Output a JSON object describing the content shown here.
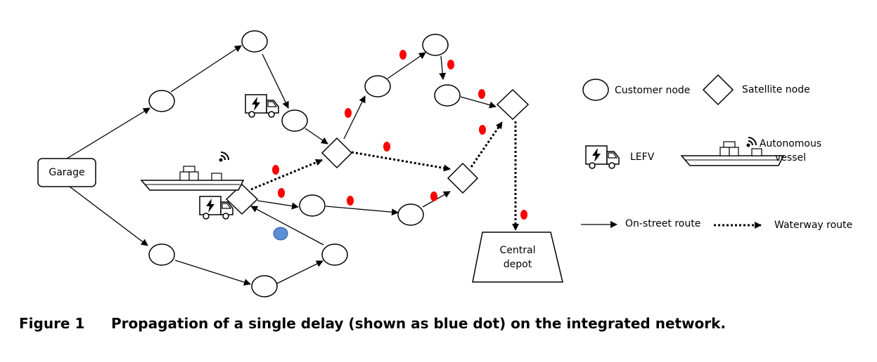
{
  "nodes": {
    "garage": "Garage",
    "central_depot_line1": "Central",
    "central_depot_line2": "depot"
  },
  "legend": {
    "customer_node": "Customer node",
    "satellite_node": "Satellite node",
    "lefv": "LEFV",
    "autonomous_vessel_line1": "Autonomous",
    "autonomous_vessel_line2": "vessel",
    "on_street_route": "On-street route",
    "waterway_route": "Waterway route"
  },
  "caption": {
    "number": "Figure 1",
    "text": "Propagation of a single delay (shown as blue dot) on the integrated network."
  },
  "colors": {
    "delay_propagated": "#ff0000",
    "initial_delay": "#5b8fd4",
    "line": "#000000"
  }
}
